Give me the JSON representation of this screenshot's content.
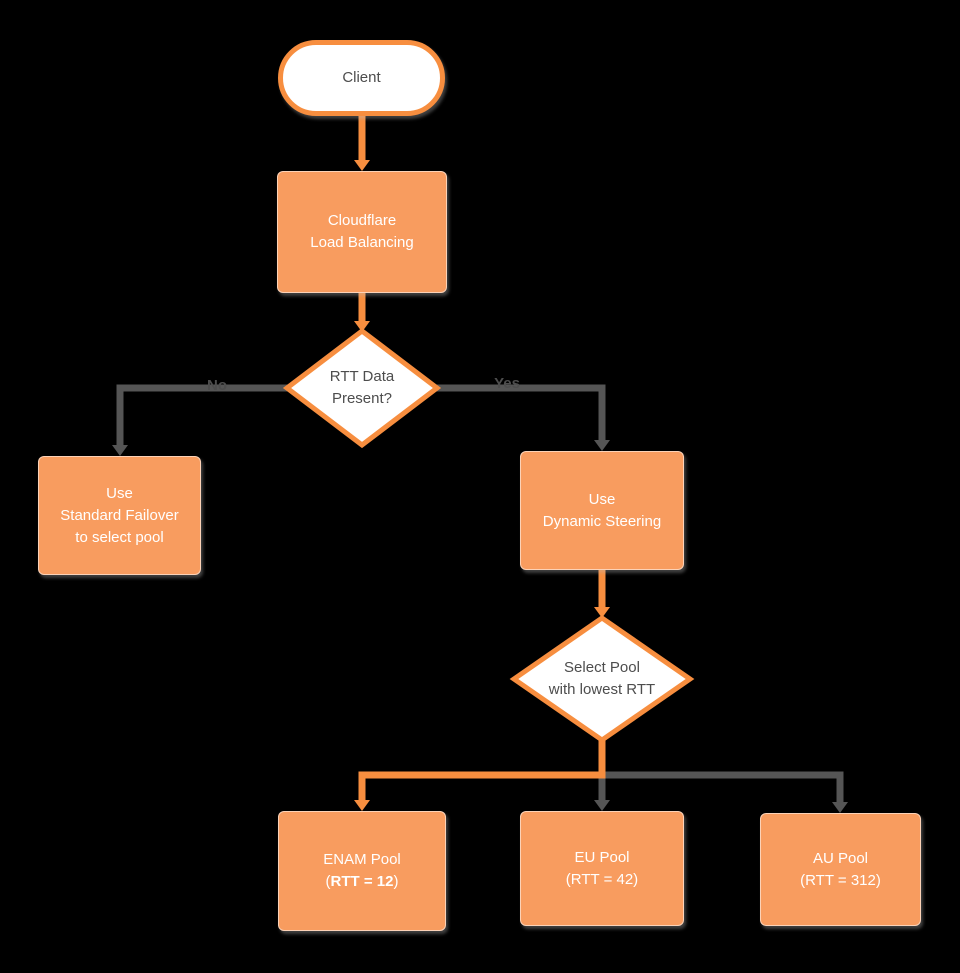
{
  "colors": {
    "background": "#000000",
    "node_fill_orange": "#F89C5F",
    "node_stroke_orange": "#F78E3F",
    "edge_gray": "#555555",
    "text_on_orange": "#FFFFFF",
    "text_dark": "#4D4D4D",
    "decision_fill": "#FFFFFF"
  },
  "nodes": {
    "client": {
      "label": "Client"
    },
    "load_balancing": {
      "line1": "Cloudflare",
      "line2": "Load Balancing"
    },
    "rtt_decision": {
      "line1": "RTT Data",
      "line2": "Present?"
    },
    "standard_failover": {
      "line1": "Use",
      "line2": "Standard Failover",
      "line3": "to select pool"
    },
    "dynamic_steering": {
      "line1": "Use",
      "line2": "Dynamic Steering"
    },
    "select_pool": {
      "line1": "Select Pool",
      "line2": "with lowest RTT"
    },
    "enam_pool": {
      "line1": "ENAM Pool",
      "line2_prefix": "(",
      "line2_bold": "RTT = 12",
      "line2_suffix": ")"
    },
    "eu_pool": {
      "line1": "EU Pool",
      "line2": "(RTT = 42)"
    },
    "au_pool": {
      "line1": "AU Pool",
      "line2": "(RTT = 312)"
    }
  },
  "edge_labels": {
    "no": "No",
    "yes": "Yes"
  }
}
